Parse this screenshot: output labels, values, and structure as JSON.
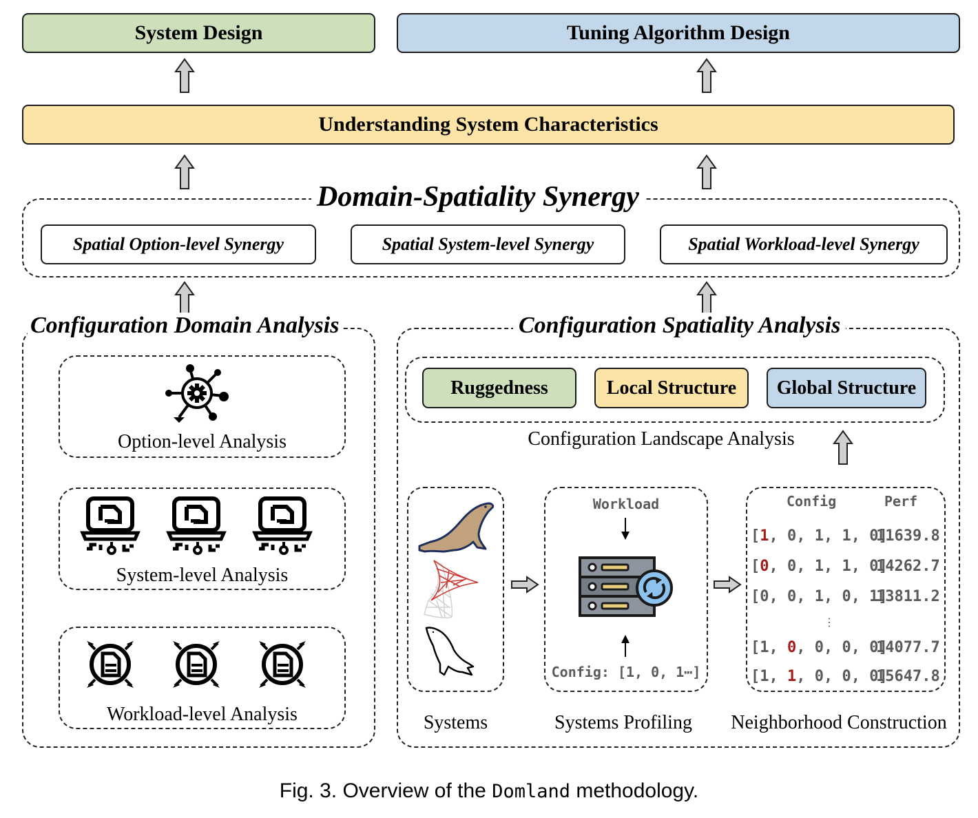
{
  "outputs": {
    "system_design": "System Design",
    "tuning_algorithm_design": "Tuning Algorithm Design"
  },
  "understanding": "Understanding System Characteristics",
  "synergy": {
    "title": "Domain-Spatiality Synergy",
    "items": [
      "Spatial Option-level Synergy",
      "Spatial System-level Synergy",
      "Spatial Workload-level Synergy"
    ]
  },
  "domain_analysis": {
    "title": "Configuration Domain Analysis",
    "option": {
      "label": "Option-level Analysis",
      "icon": "network-gear-icon"
    },
    "system": {
      "label": "System-level Analysis",
      "icon": "laptop-circuit-icon",
      "count": 3
    },
    "workload": {
      "label": "Workload-level Analysis",
      "icon": "document-target-icon",
      "count": 3
    }
  },
  "spatiality_analysis": {
    "title": "Configuration Spatiality Analysis",
    "landscape": {
      "label": "Configuration Landscape Analysis",
      "items": [
        {
          "label": "Ruggedness",
          "color": "#cde0bb"
        },
        {
          "label": "Local Structure",
          "color": "#fbe4a6"
        },
        {
          "label": "Global Structure",
          "color": "#c3d7ea"
        }
      ]
    },
    "systems": {
      "label": "Systems",
      "icons": [
        "mariadb-seal-icon",
        "sql-server-icon",
        "mysql-dolphin-icon"
      ]
    },
    "profiling": {
      "label": "Systems Profiling",
      "workload": "Workload",
      "config": "Config: [1, 0, 1⋯]"
    },
    "neighborhood": {
      "label": "Neighborhood Construction",
      "col_config": "Config",
      "col_perf": "Perf",
      "ellipsis": "⋮",
      "rows": [
        {
          "pre": "[",
          "hl": "1",
          "post": ", 0, 1, 1, 0]",
          "perf": "11639.8"
        },
        {
          "pre": "[",
          "hl": "0",
          "post": ", 0, 1, 1, 0]",
          "perf": "14262.7"
        },
        {
          "pre": "[0, 0, 1, 0, 1]",
          "hl": "",
          "post": "",
          "perf": "13811.2"
        },
        {
          "pre": "[1, ",
          "hl": "0",
          "post": ", 0, 0, 0]",
          "perf": "14077.7"
        },
        {
          "pre": "[1, ",
          "hl": "1",
          "post": ", 0, 0, 0]",
          "perf": "15647.8"
        }
      ]
    }
  },
  "colors": {
    "green": "#cde0bb",
    "blue": "#c3d7ea",
    "yellow": "#fbe4a6",
    "arrow_fill": "#d0d0d0",
    "highlight_red": "#a31b1b"
  },
  "caption": {
    "prefix": "Fig. 3.  Overview of the ",
    "code": "Domland",
    "suffix": " methodology."
  }
}
